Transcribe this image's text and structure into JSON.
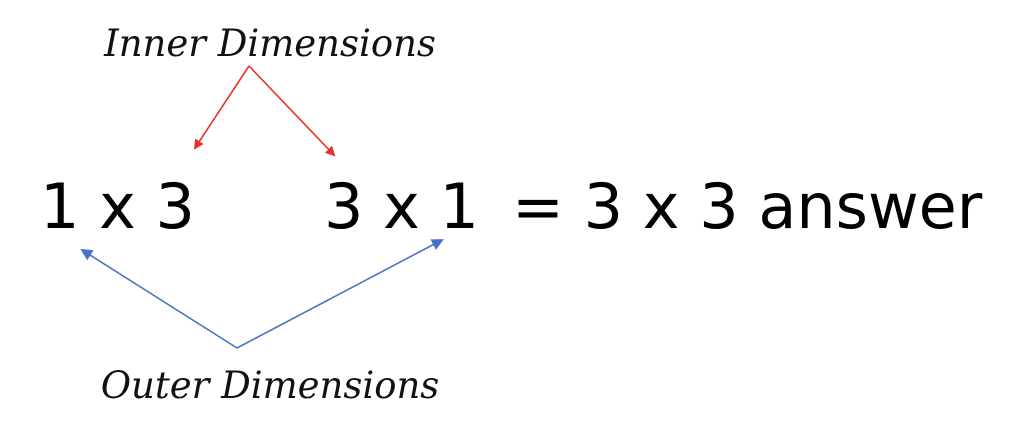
{
  "labels": {
    "inner": "Inner Dimensions",
    "outer": "Outer Dimensions"
  },
  "expression": {
    "first_matrix": "1 x 3",
    "second_matrix": "3 x 1",
    "result": "= 3 x 3 answer"
  },
  "colors": {
    "inner_arrow": "#e8302a",
    "outer_arrow": "#4a72c4",
    "text": "#000000"
  }
}
